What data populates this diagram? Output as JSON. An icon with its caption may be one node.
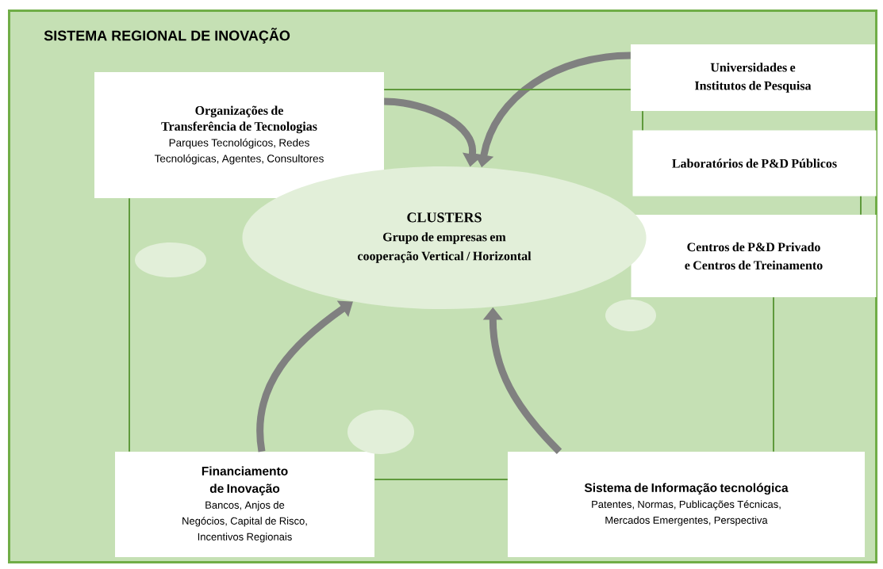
{
  "diagram": {
    "nodes": [
      {
        "text": [
          "SISTEMA REGIONAL DE INOVAÇÃO"
        ]
      },
      {
        "text": [
          "Organizações de Transferência de Tecnologias",
          "Parques Tecnológicos, Redes Tecnológicas, Agentes, Consultores"
        ],
        "in": 0
      },
      {
        "text": [
          "Universidades e Institutos de Pesquisa"
        ],
        "in": 0
      },
      {
        "text": [
          "Laboratórios de P&D Públicos"
        ],
        "in": 0
      },
      {
        "text": [
          "Centros de P&D Privado e Centros de Treinamento"
        ],
        "in": 0
      },
      {
        "text": [
          "CLUSTERS",
          "Grupo de empresas em cooperação Vertical / Horizontal"
        ],
        "in": 0
      },
      {
        "text": [
          "Financiamento de Inovação",
          "Bancos, Anjos de Negócios, Capital de Risco, Incentivos Regionais"
        ],
        "in": 0
      },
      {
        "text": [
          "Sistema de Informação tecnológica",
          "Patentes, Normas, Publicações Técnicas, Mercados Emergentes, Perspectiva"
        ],
        "in": 0
      },
      {
        "text": [],
        "shape": "ellipse",
        "in": 0
      },
      {
        "text": [],
        "shape": "ellipse",
        "in": 0
      },
      {
        "text": [],
        "shape": "ellipse",
        "in": 0
      }
    ],
    "edges": [
      {
        "from": 1,
        "to": 5,
        "arrow": "to",
        "style": "thick",
        "color": "#808080"
      },
      {
        "from": 2,
        "to": 5,
        "arrow": "to",
        "style": "thick",
        "color": "#808080"
      },
      {
        "from": 6,
        "to": 5,
        "arrow": "to",
        "style": "thick",
        "color": "#808080"
      },
      {
        "from": 7,
        "to": 5,
        "arrow": "to",
        "style": "thick",
        "color": "#808080"
      },
      {
        "from": 1,
        "to": 2,
        "arrow": "none"
      },
      {
        "from": 2,
        "to": 3,
        "arrow": "none"
      },
      {
        "from": 3,
        "to": 4,
        "arrow": "none"
      },
      {
        "from": 1,
        "to": 6,
        "arrow": "none"
      },
      {
        "from": 4,
        "to": 7,
        "arrow": "none"
      },
      {
        "from": 6,
        "to": 7,
        "arrow": "none"
      }
    ]
  }
}
